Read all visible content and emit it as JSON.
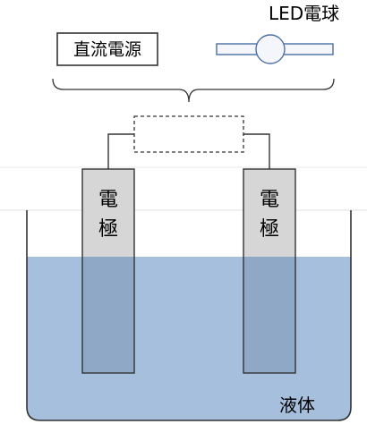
{
  "power_source": {
    "label": "直流電源"
  },
  "led_bulb": {
    "label": "LED電球"
  },
  "electrodes": {
    "left": {
      "line1": "電",
      "line2": "極"
    },
    "right": {
      "line1": "電",
      "line2": "極"
    }
  },
  "liquid": {
    "label": "液体",
    "fill_level_fraction": 0.78
  },
  "colors": {
    "liquid": "#a6bfdd",
    "electrode_above": "#d6d6d6",
    "electrode_submerged": "#8ea8c6",
    "stroke": "#333333",
    "bulb_fill": "#f4f6fb",
    "bulb_stroke": "#4a6fa5"
  }
}
